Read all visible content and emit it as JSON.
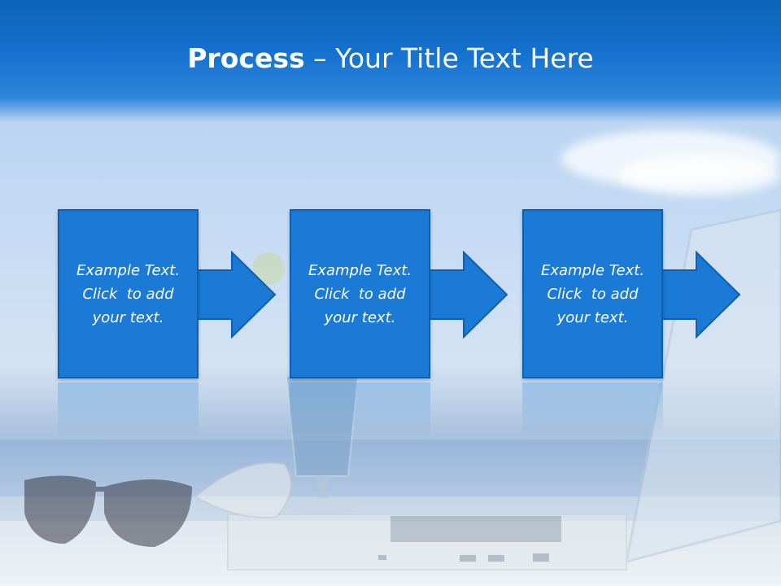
{
  "slide": {
    "title_bold": "Process",
    "title_rest": " – Your Title Text Here",
    "steps": [
      {
        "line1": "Example Text.",
        "line2": "Click  to add",
        "line3": "your text."
      },
      {
        "line1": "Example Text.",
        "line2": "Click  to add",
        "line3": "your text."
      },
      {
        "line1": "Example Text.",
        "line2": "Click  to add",
        "line3": "your text."
      }
    ]
  },
  "colors": {
    "header": "#1572cf",
    "box": "#1a7ad6",
    "box_border": "#0f5fae",
    "text": "#ffffff"
  },
  "background": {
    "image": "beach-desk-scene",
    "icons": [
      "sunglasses-icon",
      "seashell-icon",
      "cocktail-glass-icon",
      "laptop-icon"
    ]
  }
}
